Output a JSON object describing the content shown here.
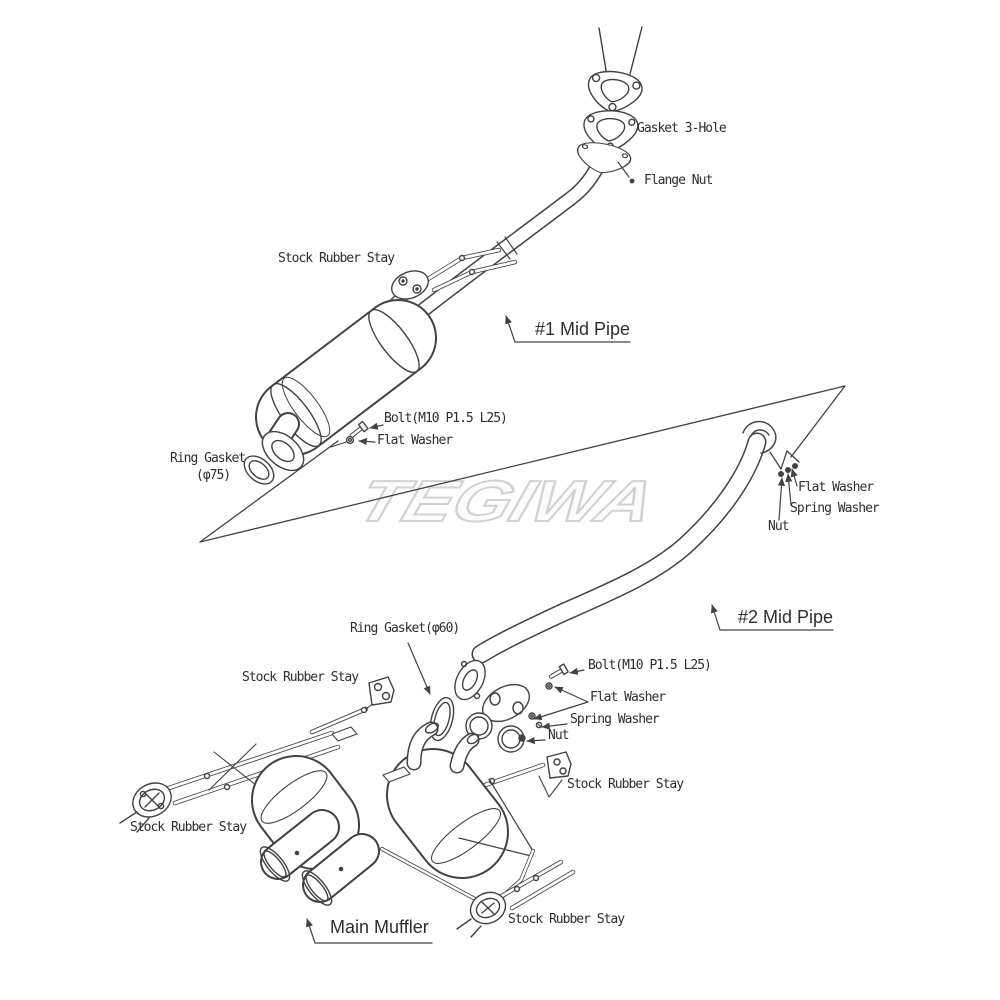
{
  "watermark": "TEGIWA",
  "parts": {
    "gasket_3_hole": "Gasket 3-Hole",
    "flange_nut": "Flange Nut",
    "stock_rubber_stay": "Stock Rubber Stay",
    "mid_pipe_1": "#1 Mid Pipe",
    "bolt_m10": "Bolt(M10 P1.5 L25)",
    "flat_washer": "Flat Washer",
    "ring_gasket_75_name": "Ring Gasket",
    "ring_gasket_75_size": "(φ75)",
    "spring_washer": "Spring Washer",
    "nut": "Nut",
    "mid_pipe_2": "#2 Mid Pipe",
    "ring_gasket_60": "Ring Gasket(φ60)",
    "main_muffler": "Main Muffler"
  },
  "colors": {
    "line": "#424242",
    "watermark_outline": "#d2d2d2",
    "background": "#ffffff"
  }
}
